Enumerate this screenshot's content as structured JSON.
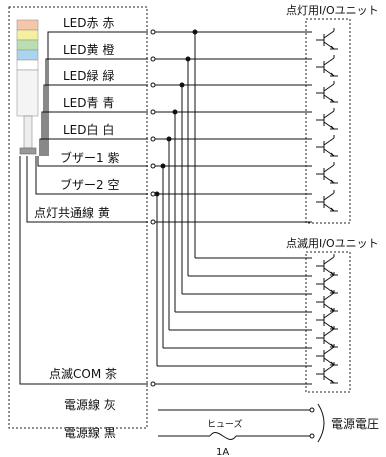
{
  "lamp_colors": [
    "#f5c6a8",
    "#f4f0a0",
    "#b9dfb0",
    "#a9d6ee",
    "#ffffff"
  ],
  "wires": [
    {
      "label": "LED赤 赤"
    },
    {
      "label": "LED黄 橙"
    },
    {
      "label": "LED緑 緑"
    },
    {
      "label": "LED青 青"
    },
    {
      "label": "LED白 白"
    },
    {
      "label": "ブザー1 紫"
    },
    {
      "label": "ブザー2 空"
    },
    {
      "label": "点灯共通線 黄"
    },
    {
      "label": "点滅COM 茶"
    },
    {
      "label": "電源線 灰"
    },
    {
      "label": "電源線 黒"
    }
  ],
  "units": {
    "lighting": "点灯用I/Oユニット",
    "flashing": "点滅用I/Oユニット"
  },
  "fuse": {
    "label": "ヒューズ",
    "rating": "1A"
  },
  "power": {
    "label": "電源電圧"
  }
}
